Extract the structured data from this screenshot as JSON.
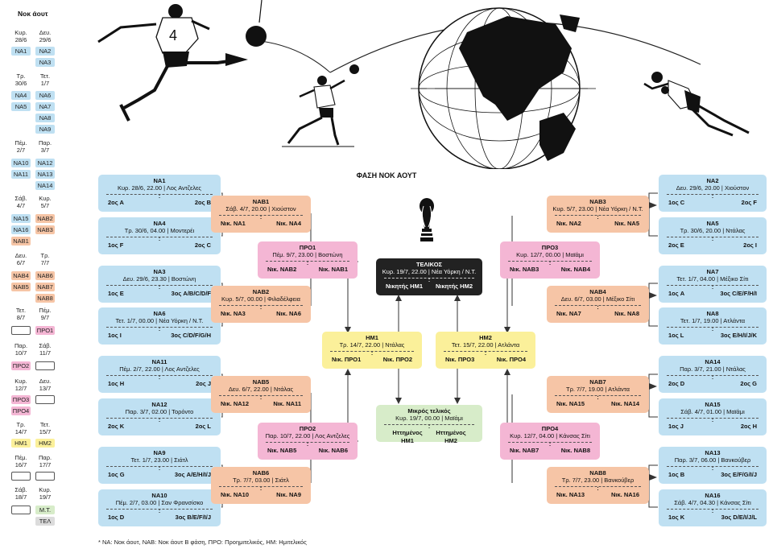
{
  "sidebar": {
    "title": "Νοκ άουτ",
    "dates": [
      {
        "d1": "Κυρ.",
        "d2": "28/6"
      },
      {
        "d1": "Δευ.",
        "d2": "29/6"
      },
      {
        "d1": "Τρ.",
        "d2": "30/6"
      },
      {
        "d1": "Τετ.",
        "d2": "1/7"
      },
      {
        "d1": "Πέμ.",
        "d2": "2/7"
      },
      {
        "d1": "Παρ.",
        "d2": "3/7"
      },
      {
        "d1": "Σάβ.",
        "d2": "4/7"
      },
      {
        "d1": "Κυρ.",
        "d2": "5/7"
      },
      {
        "d1": "Δευ.",
        "d2": "6/7"
      },
      {
        "d1": "Τρ.",
        "d2": "7/7"
      },
      {
        "d1": "Τετ.",
        "d2": "8/7"
      },
      {
        "d1": "Πέμ.",
        "d2": "9/7"
      },
      {
        "d1": "Παρ.",
        "d2": "10/7"
      },
      {
        "d1": "Σάβ.",
        "d2": "11/7"
      },
      {
        "d1": "Κυρ.",
        "d2": "12/7"
      },
      {
        "d1": "Δευ.",
        "d2": "13/7"
      },
      {
        "d1": "Τρ.",
        "d2": "14/7"
      },
      {
        "d1": "Τετ.",
        "d2": "15/7"
      },
      {
        "d1": "Πέμ.",
        "d2": "16/7"
      },
      {
        "d1": "Παρ.",
        "d2": "17/7"
      },
      {
        "d1": "Σάβ.",
        "d2": "18/7"
      },
      {
        "d1": "Κυρ.",
        "d2": "19/7"
      }
    ],
    "chips": [
      "ΝΑ1",
      "ΝΑ2",
      "ΝΑ3",
      "ΝΑ4",
      "ΝΑ6",
      "ΝΑ5",
      "ΝΑ7",
      "ΝΑ8",
      "ΝΑ9",
      "ΝΑ10",
      "ΝΑ12",
      "ΝΑ11",
      "ΝΑ13",
      "ΝΑ14",
      "ΝΑ15",
      "ΝΑΒ2",
      "ΝΑ16",
      "ΝΑΒ3",
      "ΝΑΒ1",
      "ΝΑΒ4",
      "ΝΑΒ6",
      "ΝΑΒ5",
      "ΝΑΒ7",
      "ΝΑΒ8",
      "ΠΡΟ1",
      "ΠΡΟ2",
      "ΠΡΟ3",
      "ΠΡΟ4",
      "ΗΜ1",
      "ΗΜ2",
      "Μ.Τ.",
      "ΤΕΛ"
    ]
  },
  "bracket_title": "ΦΑΣΗ ΝΟΚ ΑΟΥΤ",
  "matches": {
    "na1": {
      "code": "ΝΑ1",
      "info": "Κυρ. 28/6, 22.00 | Λος Αντζελες",
      "a": "2ος Α",
      "b": "2ος Β"
    },
    "na4": {
      "code": "ΝΑ4",
      "info": "Τρ. 30/6, 04.00 | Μοντερέι",
      "a": "1ος F",
      "b": "2ος C"
    },
    "na3": {
      "code": "ΝΑ3",
      "info": "Δευ. 29/6, 23.30 | Βοστώνη",
      "a": "1ος E",
      "b": "3ος A/B/C/D/F"
    },
    "na6": {
      "code": "ΝΑ6",
      "info": "Τετ. 1/7, 00.00 | Νέα Υόρκη / Ν.Τ.",
      "a": "1ος I",
      "b": "3ος C/D/F/G/H"
    },
    "na11": {
      "code": "ΝΑ11",
      "info": "Πέμ. 2/7, 22.00 | Λος Αντζελες",
      "a": "1ος H",
      "b": "2ος J"
    },
    "na12": {
      "code": "ΝΑ12",
      "info": "Παρ. 3/7, 02.00 | Τορόντο",
      "a": "2ος K",
      "b": "2ος L"
    },
    "na9": {
      "code": "ΝΑ9",
      "info": "Τετ. 1/7, 23.00 | Σιάτλ",
      "a": "1ος G",
      "b": "3ος A/E/H/I/J"
    },
    "na10": {
      "code": "ΝΑ10",
      "info": "Πέμ. 2/7, 03.00 | Σαν Φρανσίσκο",
      "a": "1ος D",
      "b": "3ος B/E/F/I/J"
    },
    "na2": {
      "code": "ΝΑ2",
      "info": "Δευ. 29/6, 20.00 | Χιούστον",
      "a": "1ος C",
      "b": "2ος F"
    },
    "na5": {
      "code": "ΝΑ5",
      "info": "Τρ. 30/6, 20.00 | Ντάλας",
      "a": "2ος E",
      "b": "2ος I"
    },
    "na7": {
      "code": "ΝΑ7",
      "info": "Τετ. 1/7, 04.00 | Μέξικο Σίτι",
      "a": "1ος A",
      "b": "3ος C/E/F/H/I"
    },
    "na8": {
      "code": "ΝΑ8",
      "info": "Τετ. 1/7, 19.00 | Ατλάντα",
      "a": "1ος L",
      "b": "3ος E/H/I/J/K"
    },
    "na14": {
      "code": "ΝΑ14",
      "info": "Παρ. 3/7, 21.00 | Ντάλας",
      "a": "2ος D",
      "b": "2ος G"
    },
    "na15": {
      "code": "ΝΑ15",
      "info": "Σάβ. 4/7, 01.00 | Μαϊάμι",
      "a": "1ος J",
      "b": "2ος H"
    },
    "na13": {
      "code": "ΝΑ13",
      "info": "Παρ. 3/7, 06.00 | Βανκούβερ",
      "a": "1ος B",
      "b": "3ος E/F/G/I/J"
    },
    "na16": {
      "code": "ΝΑ16",
      "info": "Σάβ. 4/7, 04.30 | Κάνσας Σίτι",
      "a": "1ος K",
      "b": "3ος D/E/I/J/L"
    },
    "nab1": {
      "code": "ΝΑΒ1",
      "info": "Σάβ. 4/7, 20.00 | Χιούστον",
      "a": "Νικ. ΝΑ1",
      "b": "Νικ. ΝΑ4"
    },
    "nab2": {
      "code": "ΝΑΒ2",
      "info": "Κυρ. 5/7, 00.00 | Φιλαδέλφεια",
      "a": "Νικ. ΝΑ3",
      "b": "Νικ. ΝΑ6"
    },
    "nab5": {
      "code": "ΝΑΒ5",
      "info": "Δευ. 6/7, 22.00 | Ντάλας",
      "a": "Νικ. ΝΑ12",
      "b": "Νικ. ΝΑ11"
    },
    "nab6": {
      "code": "ΝΑΒ6",
      "info": "Τρ. 7/7, 03.00 | Σιάτλ",
      "a": "Νικ. ΝΑ10",
      "b": "Νικ. ΝΑ9"
    },
    "nab3": {
      "code": "ΝΑΒ3",
      "info": "Κυρ. 5/7, 23.00 | Νέα Υόρκη / Ν.Τ.",
      "a": "Νικ. ΝΑ2",
      "b": "Νικ. ΝΑ5"
    },
    "nab4": {
      "code": "ΝΑΒ4",
      "info": "Δευ. 6/7, 03.00 | Μέξικο Σίτι",
      "a": "Νικ. ΝΑ7",
      "b": "Νικ. ΝΑ8"
    },
    "nab7": {
      "code": "ΝΑΒ7",
      "info": "Τρ. 7/7, 19.00 | Ατλάντα",
      "a": "Νικ. ΝΑ15",
      "b": "Νικ. ΝΑ14"
    },
    "nab8": {
      "code": "ΝΑΒ8",
      "info": "Τρ. 7/7, 23.00 | Βανκούβερ",
      "a": "Νικ. ΝΑ13",
      "b": "Νικ. ΝΑ16"
    },
    "pro1": {
      "code": "ΠΡΟ1",
      "info": "Πέμ. 9/7, 23.00 | Βοστώνη",
      "a": "Νικ. ΝΑΒ2",
      "b": "Νικ. ΝΑΒ1"
    },
    "pro2": {
      "code": "ΠΡΟ2",
      "info": "Παρ. 10/7, 22.00 | Λος Αντζελες",
      "a": "Νικ. ΝΑΒ5",
      "b": "Νικ. ΝΑΒ6"
    },
    "pro3": {
      "code": "ΠΡΟ3",
      "info": "Κυρ. 12/7, 00.00 | Μαϊάμι",
      "a": "Νικ. ΝΑΒ3",
      "b": "Νικ. ΝΑΒ4"
    },
    "pro4": {
      "code": "ΠΡΟ4",
      "info": "Κυρ. 12/7, 04.00 | Κάνσας Σίτι",
      "a": "Νικ. ΝΑΒ7",
      "b": "Νικ. ΝΑΒ8"
    },
    "hm1": {
      "code": "ΗΜ1",
      "info": "Τρ. 14/7, 22.00 | Ντάλας",
      "a": "Νικ. ΠΡΟ1",
      "b": "Νικ. ΠΡΟ2"
    },
    "hm2": {
      "code": "ΗΜ2",
      "info": "Τετ. 15/7, 22.00 | Ατλάντα",
      "a": "Νικ. ΠΡΟ3",
      "b": "Νικ. ΠΡΟ4"
    },
    "final": {
      "code": "ΤΕΛΙΚΟΣ",
      "info": "Κυρ. 19/7, 22.00 | Νέα Υόρκη / Ν.Τ.",
      "a": "Νικητής ΗΜ1",
      "b": "Νικητής ΗΜ2"
    },
    "third": {
      "code": "Μικρός τελικός",
      "info": "Κυρ. 19/7, 00.00 | Μαϊάμι",
      "a": "Ηττημένος ΗΜ1",
      "b": "Ηττημένος ΗΜ2"
    }
  },
  "footnote": "* ΝΑ: Νοκ άουτ, ΝΑΒ: Νοκ άουτ Β φάση, ΠΡΟ: Προημιτελικός, ΗΜ: Ημιτελικός",
  "colors": {
    "na": "#bfe0f2",
    "nab": "#f6c5a6",
    "pro": "#f4b6d4",
    "hm": "#fbf09a",
    "third": "#d7ecc9",
    "final": "#222222"
  },
  "illustrations": [
    "footballer-kicking-icon",
    "ball-icon",
    "footballer-running-icon",
    "globe-icon",
    "goalkeeper-diving-icon",
    "world-cup-trophy-icon"
  ]
}
